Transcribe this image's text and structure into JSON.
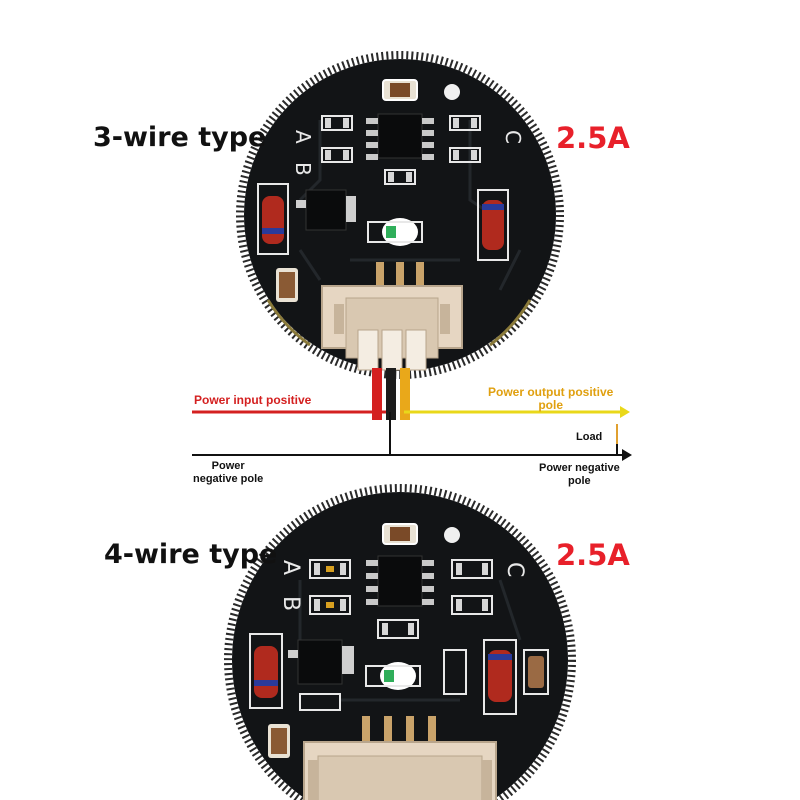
{
  "board_top": {
    "type_label": "3-wire type",
    "current_rating": "2.5A"
  },
  "wiring": {
    "power_input_positive": "Power input positive",
    "power_output_positive_line1": "Power output positive",
    "power_output_positive_line2": "pole",
    "load": "Load",
    "power_negative_pole_left_line1": "Power",
    "power_negative_pole_left_line2": "negative pole",
    "power_negative_pole_right_line1": "Power negative",
    "power_negative_pole_right_line2": "pole"
  },
  "board_bottom": {
    "type_label": "4-wire type",
    "current_rating": "2.5A"
  },
  "silkscreen": {
    "a": "A",
    "b": "B",
    "c": "C"
  },
  "colors": {
    "rating_red": "#e8202a",
    "input_wire_red": "#d42020",
    "output_wire_yellow": "#e9d81a",
    "pcb_black": "#111315",
    "connector_beige": "#e6d6c2",
    "load_symbol": "#e0a030"
  }
}
